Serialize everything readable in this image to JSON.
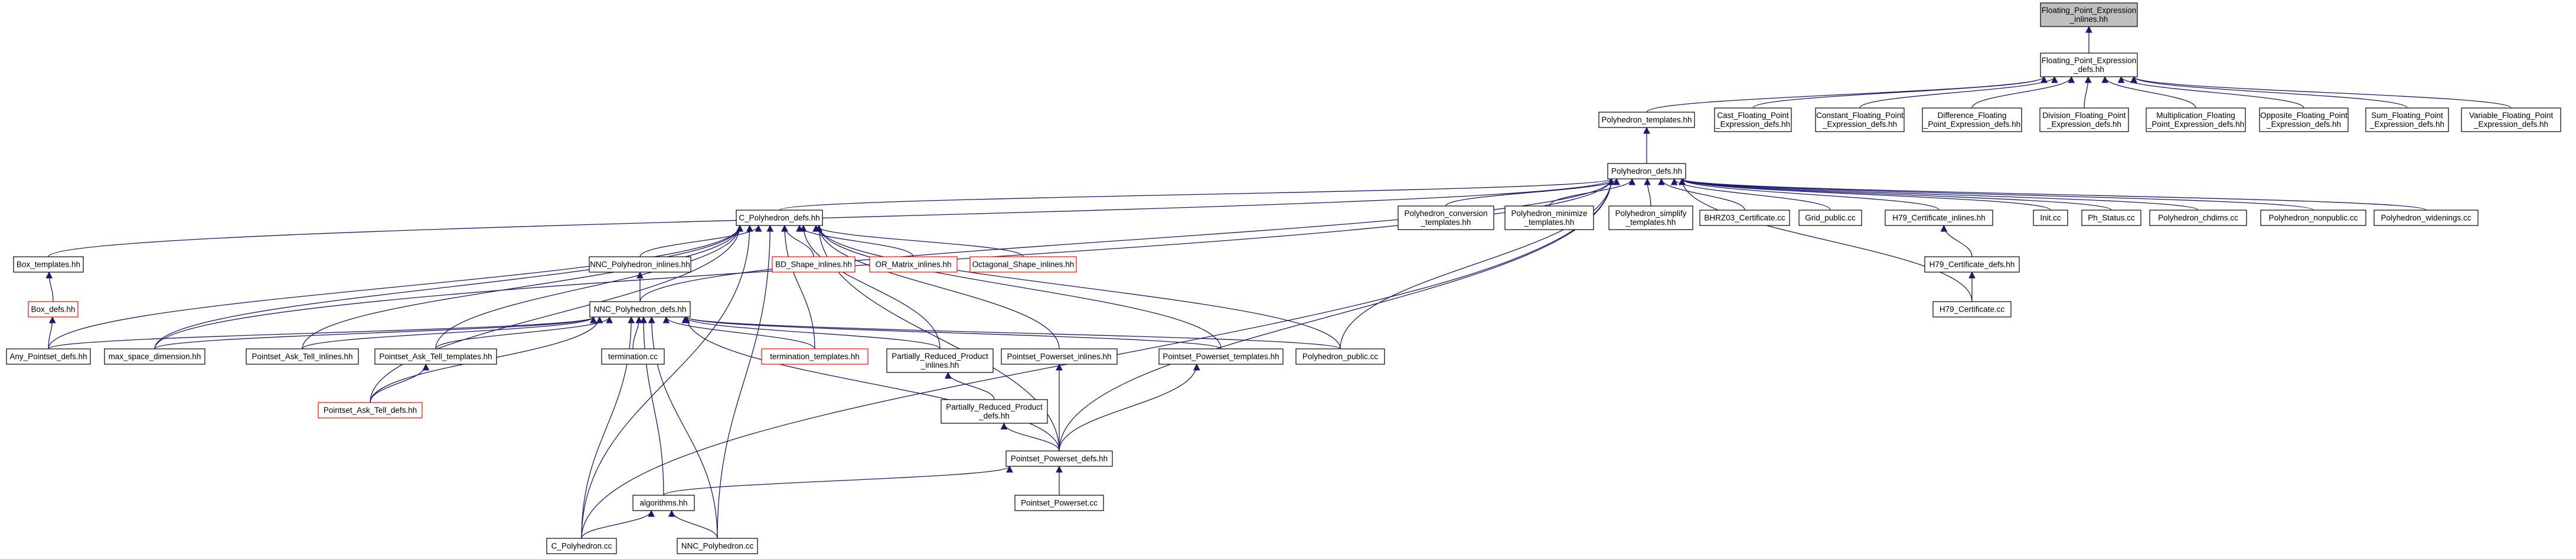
{
  "graph": {
    "root": "Floating_Point_Expression_inlines.hh",
    "nodes": [
      {
        "id": "root",
        "lines": [
          "Floating_Point_Expression",
          "_inlines.hh"
        ],
        "style": "root"
      },
      {
        "id": "fpe_defs",
        "lines": [
          "Floating_Point_Expression",
          "_defs.hh"
        ],
        "style": "normal"
      },
      {
        "id": "poly_templates",
        "lines": [
          "Polyhedron_templates.hh"
        ],
        "style": "normal"
      },
      {
        "id": "cast_fpe",
        "lines": [
          "Cast_Floating_Point",
          "_Expression_defs.hh"
        ],
        "style": "normal"
      },
      {
        "id": "const_fpe",
        "lines": [
          "Constant_Floating_Point",
          "_Expression_defs.hh"
        ],
        "style": "normal"
      },
      {
        "id": "diff_fpe",
        "lines": [
          "Difference_Floating",
          "_Point_Expression_defs.hh"
        ],
        "style": "normal"
      },
      {
        "id": "div_fpe",
        "lines": [
          "Division_Floating_Point",
          "_Expression_defs.hh"
        ],
        "style": "normal"
      },
      {
        "id": "mult_fpe",
        "lines": [
          "Multiplication_Floating",
          "_Point_Expression_defs.hh"
        ],
        "style": "normal"
      },
      {
        "id": "opp_fpe",
        "lines": [
          "Opposite_Floating_Point",
          "_Expression_defs.hh"
        ],
        "style": "normal"
      },
      {
        "id": "sum_fpe",
        "lines": [
          "Sum_Floating_Point",
          "_Expression_defs.hh"
        ],
        "style": "normal"
      },
      {
        "id": "var_fpe",
        "lines": [
          "Variable_Floating_Point",
          "_Expression_defs.hh"
        ],
        "style": "normal"
      },
      {
        "id": "poly_defs",
        "lines": [
          "Polyhedron_defs.hh"
        ],
        "style": "normal"
      },
      {
        "id": "c_poly_defs",
        "lines": [
          "C_Polyhedron_defs.hh"
        ],
        "style": "normal"
      },
      {
        "id": "poly_conv",
        "lines": [
          "Polyhedron_conversion",
          "_templates.hh"
        ],
        "style": "normal"
      },
      {
        "id": "poly_minim",
        "lines": [
          "Polyhedron_minimize",
          "_templates.hh"
        ],
        "style": "normal"
      },
      {
        "id": "poly_simpl",
        "lines": [
          "Polyhedron_simplify",
          "_templates.hh"
        ],
        "style": "normal"
      },
      {
        "id": "bhrz03",
        "lines": [
          "BHRZ03_Certificate.cc"
        ],
        "style": "normal"
      },
      {
        "id": "grid_public",
        "lines": [
          "Grid_public.cc"
        ],
        "style": "normal"
      },
      {
        "id": "h79_inl",
        "lines": [
          "H79_Certificate_inlines.hh"
        ],
        "style": "normal"
      },
      {
        "id": "init_cc",
        "lines": [
          "Init.cc"
        ],
        "style": "normal"
      },
      {
        "id": "ph_status",
        "lines": [
          "Ph_Status.cc"
        ],
        "style": "normal"
      },
      {
        "id": "poly_chdims",
        "lines": [
          "Polyhedron_chdims.cc"
        ],
        "style": "normal"
      },
      {
        "id": "poly_nonpub",
        "lines": [
          "Polyhedron_nonpublic.cc"
        ],
        "style": "normal"
      },
      {
        "id": "poly_widen",
        "lines": [
          "Polyhedron_widenings.cc"
        ],
        "style": "normal"
      },
      {
        "id": "box_templates",
        "lines": [
          "Box_templates.hh"
        ],
        "style": "normal"
      },
      {
        "id": "nnc_inl",
        "lines": [
          "NNC_Polyhedron_inlines.hh"
        ],
        "style": "normal"
      },
      {
        "id": "bd_shape_inl",
        "lines": [
          "BD_Shape_inlines.hh"
        ],
        "style": "red"
      },
      {
        "id": "or_matrix_inl",
        "lines": [
          "OR_Matrix_inlines.hh"
        ],
        "style": "red"
      },
      {
        "id": "oct_inl",
        "lines": [
          "Octagonal_Shape_inlines.hh"
        ],
        "style": "red"
      },
      {
        "id": "h79_defs",
        "lines": [
          "H79_Certificate_defs.hh"
        ],
        "style": "normal"
      },
      {
        "id": "box_defs",
        "lines": [
          "Box_defs.hh"
        ],
        "style": "red"
      },
      {
        "id": "nnc_defs",
        "lines": [
          "NNC_Polyhedron_defs.hh"
        ],
        "style": "normal"
      },
      {
        "id": "h79_cc",
        "lines": [
          "H79_Certificate.cc"
        ],
        "style": "normal"
      },
      {
        "id": "any_pt",
        "lines": [
          "Any_Pointset_defs.hh"
        ],
        "style": "normal"
      },
      {
        "id": "max_space",
        "lines": [
          "max_space_dimension.hh"
        ],
        "style": "normal"
      },
      {
        "id": "pt_ask_inl",
        "lines": [
          "Pointset_Ask_Tell_inlines.hh"
        ],
        "style": "normal"
      },
      {
        "id": "pt_ask_tmpl",
        "lines": [
          "Pointset_Ask_Tell_templates.hh"
        ],
        "style": "normal"
      },
      {
        "id": "termination",
        "lines": [
          "termination.cc"
        ],
        "style": "normal"
      },
      {
        "id": "term_tmpl",
        "lines": [
          "termination_templates.hh"
        ],
        "style": "red"
      },
      {
        "id": "prp_inl",
        "lines": [
          "Partially_Reduced_Product",
          "_inlines.hh"
        ],
        "style": "normal"
      },
      {
        "id": "pp_inl",
        "lines": [
          "Pointset_Powerset_inlines.hh"
        ],
        "style": "normal"
      },
      {
        "id": "pp_tmpl",
        "lines": [
          "Pointset_Powerset_templates.hh"
        ],
        "style": "normal"
      },
      {
        "id": "poly_public",
        "lines": [
          "Polyhedron_public.cc"
        ],
        "style": "normal"
      },
      {
        "id": "pt_ask_defs",
        "lines": [
          "Pointset_Ask_Tell_defs.hh"
        ],
        "style": "red"
      },
      {
        "id": "prp_defs",
        "lines": [
          "Partially_Reduced_Product",
          "_defs.hh"
        ],
        "style": "normal"
      },
      {
        "id": "pp_defs",
        "lines": [
          "Pointset_Powerset_defs.hh"
        ],
        "style": "normal"
      },
      {
        "id": "algorithms",
        "lines": [
          "algorithms.hh"
        ],
        "style": "normal"
      },
      {
        "id": "pp_cc",
        "lines": [
          "Pointset_Powerset.cc"
        ],
        "style": "normal"
      },
      {
        "id": "c_poly_cc",
        "lines": [
          "C_Polyhedron.cc"
        ],
        "style": "normal"
      },
      {
        "id": "nnc_cc",
        "lines": [
          "NNC_Polyhedron.cc"
        ],
        "style": "normal"
      }
    ],
    "edges": [
      [
        "fpe_defs",
        "root"
      ],
      [
        "poly_templates",
        "fpe_defs"
      ],
      [
        "cast_fpe",
        "fpe_defs"
      ],
      [
        "const_fpe",
        "fpe_defs"
      ],
      [
        "diff_fpe",
        "fpe_defs"
      ],
      [
        "div_fpe",
        "fpe_defs"
      ],
      [
        "mult_fpe",
        "fpe_defs"
      ],
      [
        "opp_fpe",
        "fpe_defs"
      ],
      [
        "sum_fpe",
        "fpe_defs"
      ],
      [
        "var_fpe",
        "fpe_defs"
      ],
      [
        "poly_defs",
        "poly_templates"
      ],
      [
        "box_templates",
        "poly_defs"
      ],
      [
        "max_space",
        "poly_defs"
      ],
      [
        "c_poly_defs",
        "poly_defs"
      ],
      [
        "nnc_defs",
        "poly_defs"
      ],
      [
        "poly_conv",
        "poly_defs"
      ],
      [
        "poly_minim",
        "poly_defs"
      ],
      [
        "poly_simpl",
        "poly_defs"
      ],
      [
        "bhrz03",
        "poly_defs"
      ],
      [
        "grid_public",
        "poly_defs"
      ],
      [
        "h79_inl",
        "poly_defs"
      ],
      [
        "init_cc",
        "poly_defs"
      ],
      [
        "ph_status",
        "poly_defs"
      ],
      [
        "poly_chdims",
        "poly_defs"
      ],
      [
        "poly_nonpub",
        "poly_defs"
      ],
      [
        "poly_widen",
        "poly_defs"
      ],
      [
        "h79_cc",
        "poly_defs"
      ],
      [
        "poly_public",
        "poly_defs"
      ],
      [
        "pp_defs",
        "poly_defs"
      ],
      [
        "c_poly_cc",
        "poly_defs"
      ],
      [
        "any_pt",
        "c_poly_defs"
      ],
      [
        "max_space",
        "c_poly_defs"
      ],
      [
        "pt_ask_inl",
        "c_poly_defs"
      ],
      [
        "pt_ask_tmpl",
        "c_poly_defs"
      ],
      [
        "nnc_inl",
        "c_poly_defs"
      ],
      [
        "bd_shape_inl",
        "c_poly_defs"
      ],
      [
        "or_matrix_inl",
        "c_poly_defs"
      ],
      [
        "oct_inl",
        "c_poly_defs"
      ],
      [
        "term_tmpl",
        "c_poly_defs"
      ],
      [
        "prp_inl",
        "c_poly_defs"
      ],
      [
        "pp_inl",
        "c_poly_defs"
      ],
      [
        "pp_tmpl",
        "c_poly_defs"
      ],
      [
        "poly_public",
        "c_poly_defs"
      ],
      [
        "pp_defs",
        "c_poly_defs"
      ],
      [
        "pt_ask_defs",
        "c_poly_defs"
      ],
      [
        "c_poly_cc",
        "c_poly_defs"
      ],
      [
        "nnc_cc",
        "c_poly_defs"
      ],
      [
        "box_defs",
        "box_templates"
      ],
      [
        "any_pt",
        "box_defs"
      ],
      [
        "nnc_defs",
        "nnc_inl"
      ],
      [
        "h79_defs",
        "h79_inl"
      ],
      [
        "h79_cc",
        "h79_defs"
      ],
      [
        "any_pt",
        "nnc_defs"
      ],
      [
        "max_space",
        "nnc_defs"
      ],
      [
        "pt_ask_inl",
        "nnc_defs"
      ],
      [
        "pt_ask_tmpl",
        "nnc_defs"
      ],
      [
        "termination",
        "nnc_defs"
      ],
      [
        "term_tmpl",
        "nnc_defs"
      ],
      [
        "prp_inl",
        "nnc_defs"
      ],
      [
        "pp_tmpl",
        "nnc_defs"
      ],
      [
        "poly_public",
        "nnc_defs"
      ],
      [
        "pt_ask_defs",
        "nnc_defs"
      ],
      [
        "pp_defs",
        "nnc_defs"
      ],
      [
        "algorithms",
        "nnc_defs"
      ],
      [
        "c_poly_cc",
        "nnc_defs"
      ],
      [
        "nnc_cc",
        "nnc_defs"
      ],
      [
        "pt_ask_defs",
        "pt_ask_tmpl"
      ],
      [
        "prp_defs",
        "prp_inl"
      ],
      [
        "pp_defs",
        "prp_defs"
      ],
      [
        "pp_defs",
        "pp_inl"
      ],
      [
        "pp_defs",
        "pp_tmpl"
      ],
      [
        "algorithms",
        "pp_defs"
      ],
      [
        "pp_cc",
        "pp_defs"
      ],
      [
        "c_poly_cc",
        "algorithms"
      ],
      [
        "nnc_cc",
        "algorithms"
      ]
    ]
  }
}
